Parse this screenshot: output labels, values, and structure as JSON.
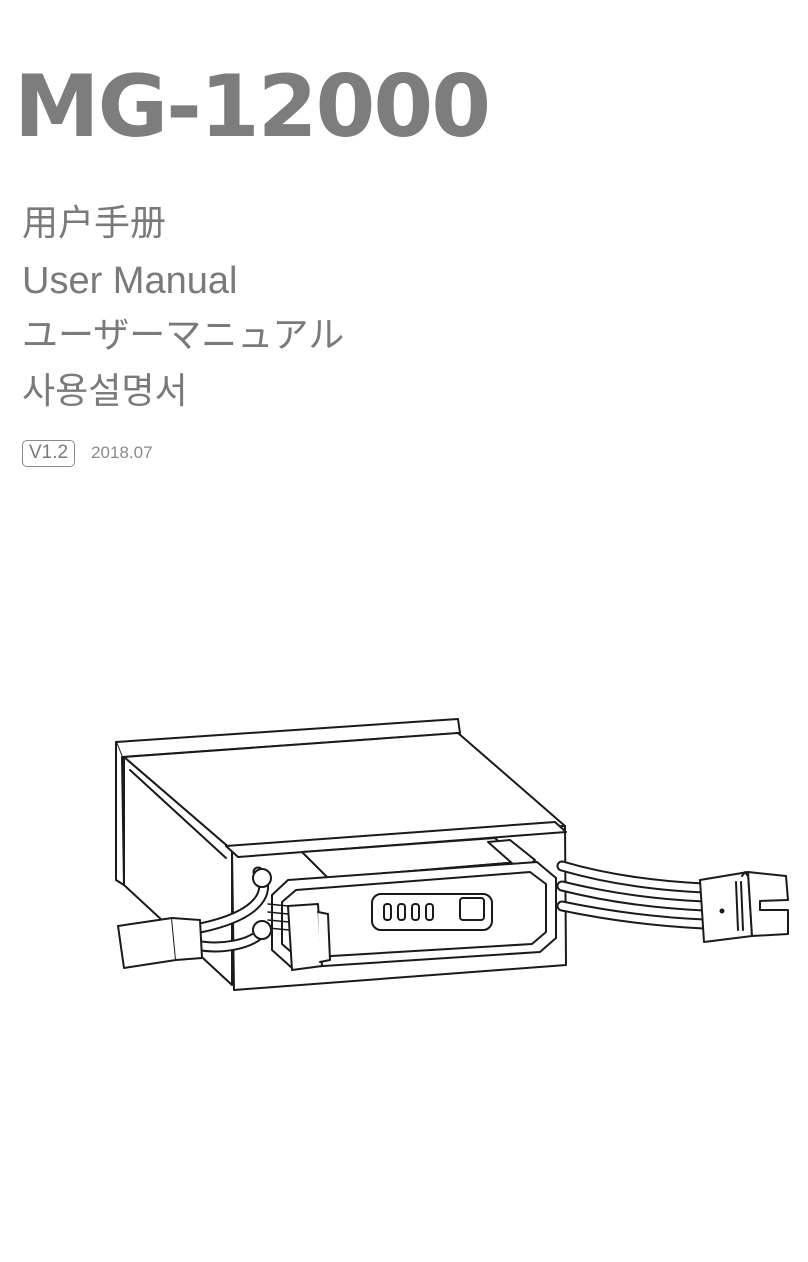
{
  "cover": {
    "model": "MG-12000",
    "titles": {
      "zh": "用户手册",
      "en": "User Manual",
      "ja": "ユーザーマニュアル",
      "ko": "사용설명서"
    },
    "version": "V1.2",
    "date": "2018.07"
  },
  "colors": {
    "title_gray": "#7d7d7d",
    "text_gray": "#7a7a7a",
    "line_art": "#1a1a1a"
  },
  "figure": {
    "led_count": 4
  }
}
